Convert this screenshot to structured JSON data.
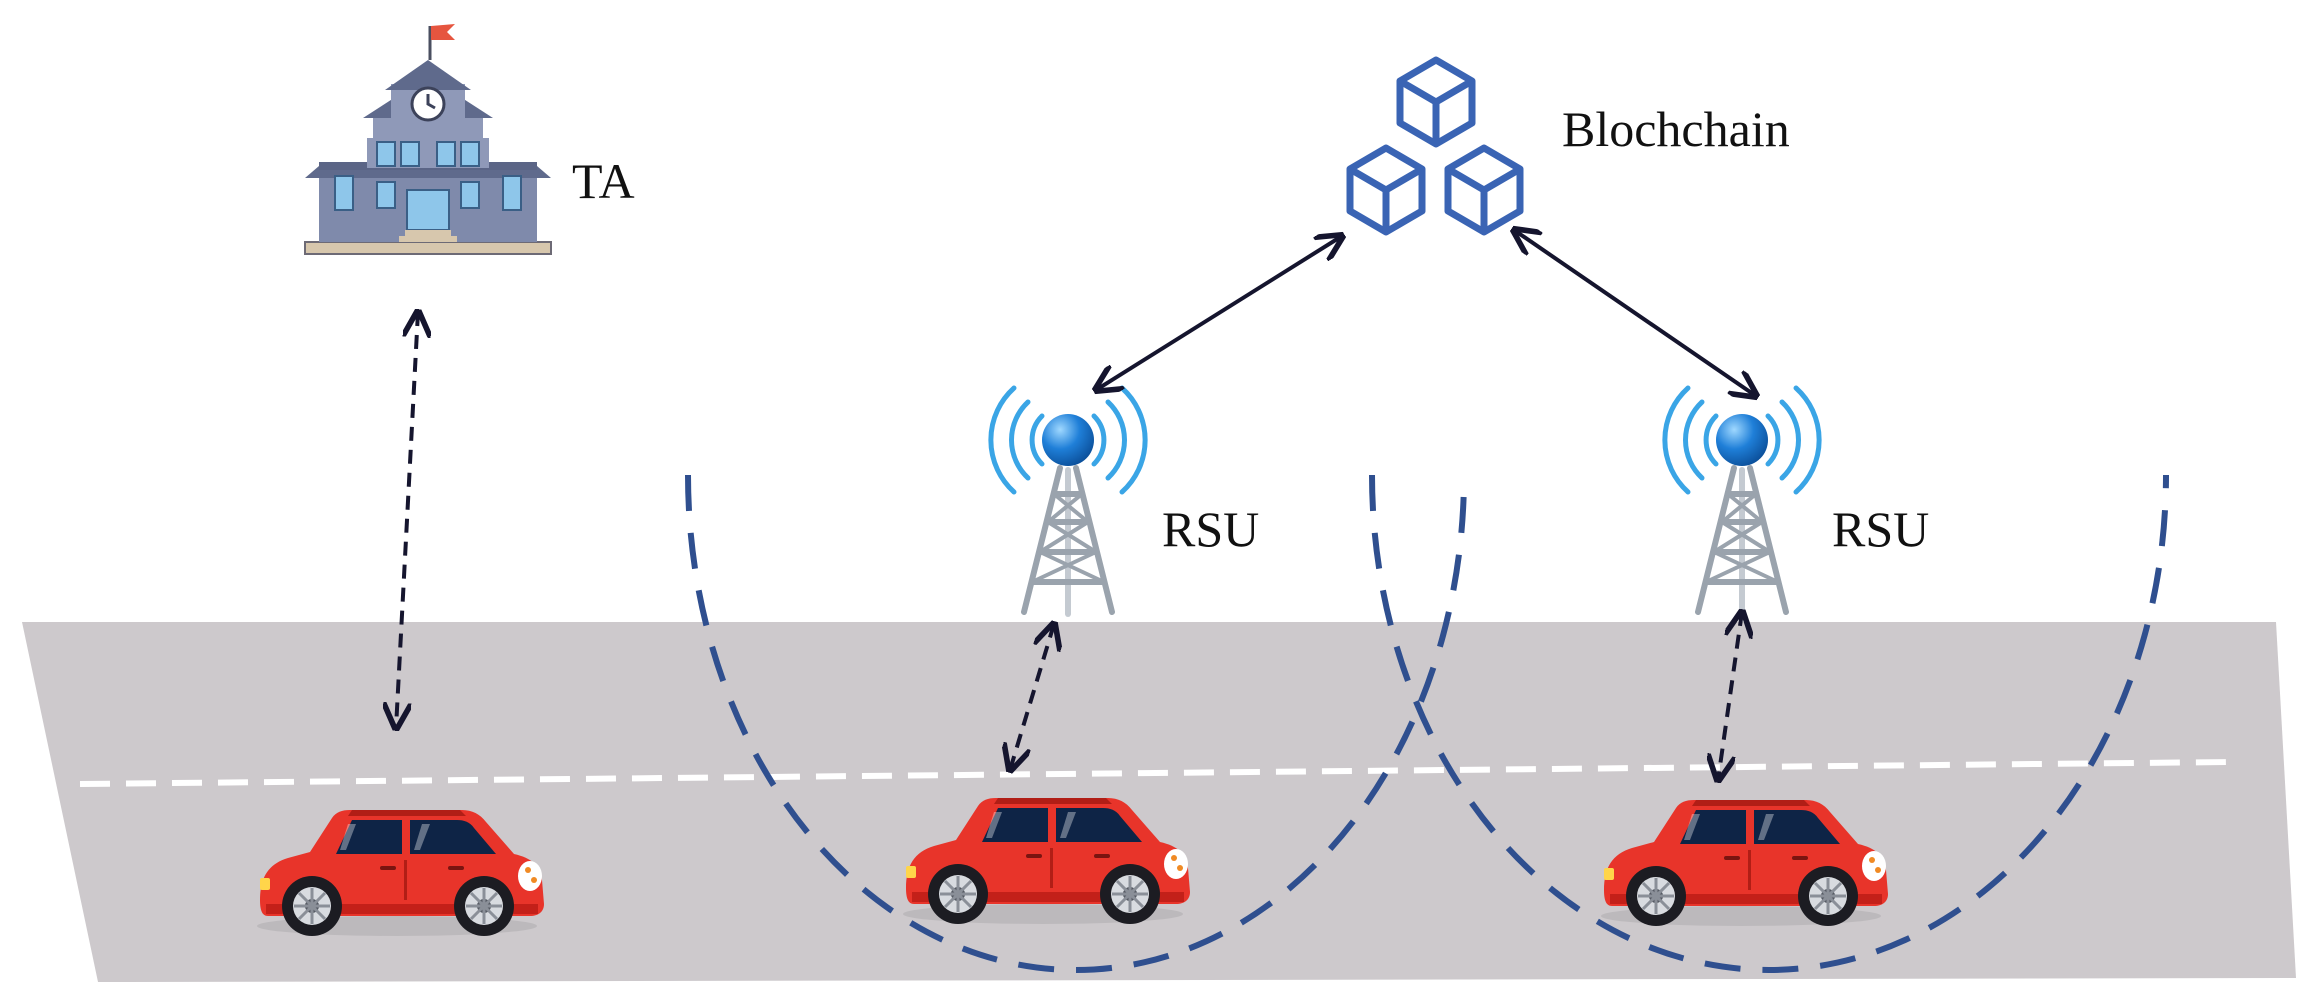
{
  "labels": {
    "ta": "TA",
    "blockchain": "Blochchain",
    "rsu_left": "RSU",
    "rsu_right": "RSU"
  },
  "icons": {
    "ta": "building-icon",
    "blockchain": "cubes-icon",
    "rsu": "antenna-tower-icon",
    "vehicle": "car-icon"
  },
  "colors": {
    "road": "#cdc9cc",
    "lane_marking": "#ffffff",
    "coverage_boundary": "#2f4f8f",
    "solid_link": "#15152e",
    "dashed_link": "#15152e",
    "blockchain": "#3a64b4",
    "car_body": "#e8342a",
    "rsu_node": "#1f7fd8",
    "building": "#8f99b8"
  }
}
